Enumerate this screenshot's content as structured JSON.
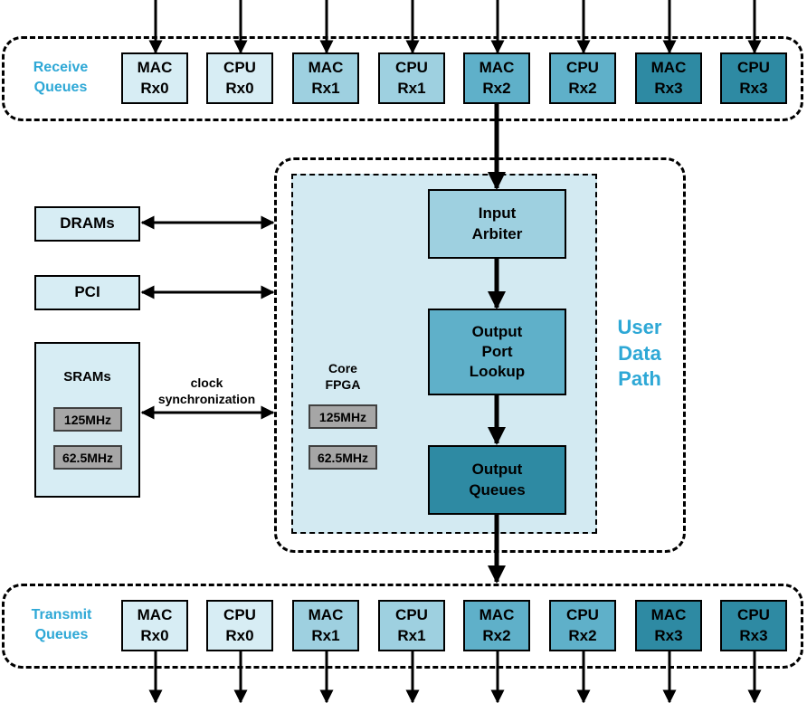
{
  "receive": {
    "label": "Receive\nQueues",
    "queues": [
      "MAC\nRx0",
      "CPU\nRx0",
      "MAC\nRx1",
      "CPU\nRx1",
      "MAC\nRx2",
      "CPU\nRx2",
      "MAC\nRx3",
      "CPU\nRx3"
    ]
  },
  "transmit": {
    "label": "Transmit\nQueues",
    "queues": [
      "MAC\nRx0",
      "CPU\nRx0",
      "MAC\nRx1",
      "CPU\nRx1",
      "MAC\nRx2",
      "CPU\nRx2",
      "MAC\nRx3",
      "CPU\nRx3"
    ]
  },
  "side": {
    "drams": "DRAMs",
    "pci": "PCI",
    "srams": "SRAMs",
    "sram_freq_1": "125MHz",
    "sram_freq_2": "62.5MHz",
    "clock_sync": "clock\nsynchronization"
  },
  "fpga": {
    "label": "Core\nFPGA",
    "freq_1": "125MHz",
    "freq_2": "62.5MHz"
  },
  "pipeline": {
    "input_arbiter": "Input\nArbiter",
    "output_port_lookup": "Output\nPort\nLookup",
    "output_queues": "Output\nQueues"
  },
  "user_data_path": "User\nData\nPath",
  "colors": {
    "shade_1": "#d7edf4",
    "shade_2": "#9ed0e0",
    "shade_3": "#5fb0c9",
    "shade_4": "#2e8aa3",
    "fpga_fill": "#d3eaf2",
    "label_blue": "#2ea8d6",
    "freq_gray": "#a6a6a6"
  }
}
